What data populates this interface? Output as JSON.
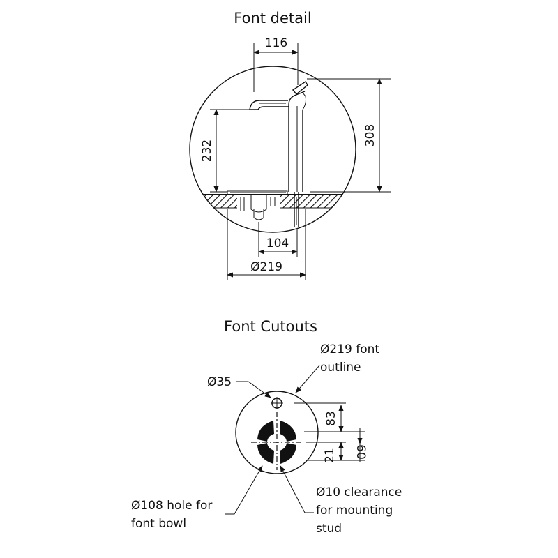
{
  "top": {
    "title": "Font detail",
    "dims": {
      "width_top": "116",
      "height_left": "232",
      "height_right": "308",
      "spout_offset": "104",
      "diameter": "Ø219"
    }
  },
  "bottom": {
    "title": "Font Cutouts",
    "callouts": {
      "font_outline_line1": "Ø219 font",
      "font_outline_line2": "outline",
      "hole_small": "Ø35",
      "bowl_line1": "Ø108 hole for",
      "bowl_line2": "font bowl",
      "stud_line1": "Ø10 clearance",
      "stud_line2": "for mounting",
      "stud_line3": "stud"
    },
    "dims": {
      "offset_83": "83",
      "offset_21": "21",
      "offset_60": "60"
    }
  }
}
